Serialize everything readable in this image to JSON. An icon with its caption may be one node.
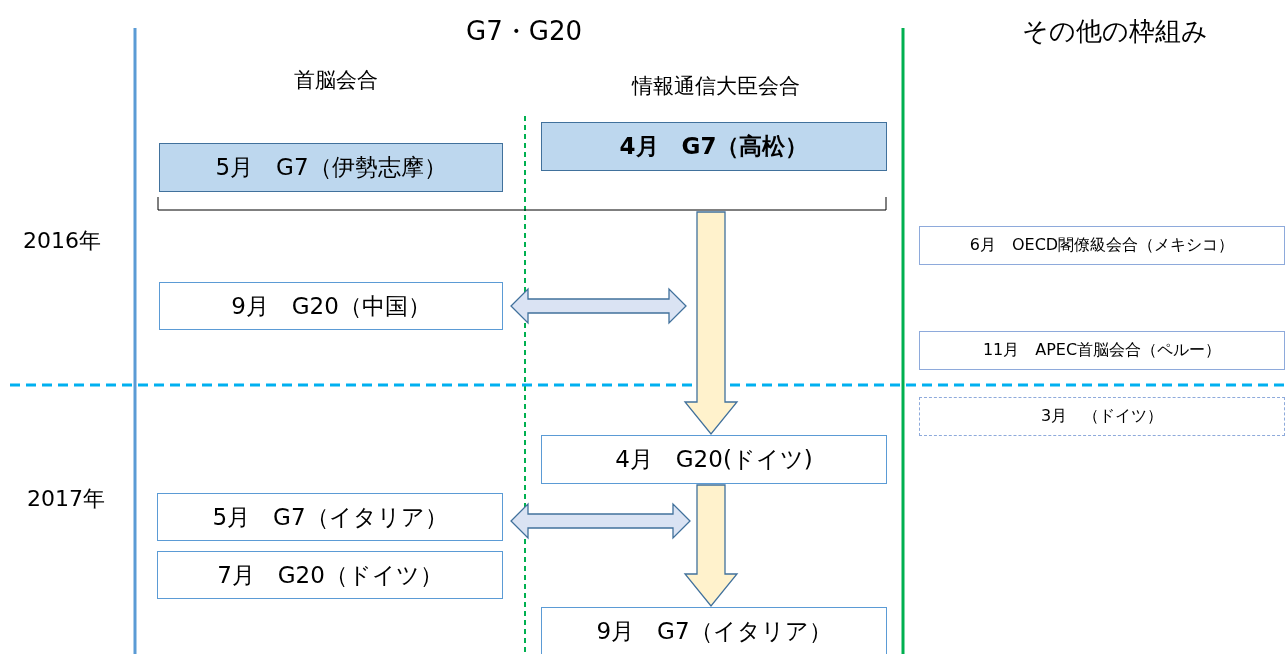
{
  "diagram": {
    "nodes": [
      {
        "text": [
          "5月　G7（伊勢志摩）"
        ]
      },
      {
        "text": [
          "4月　G7（高松）"
        ]
      },
      {
        "text": [
          "9月　G20（中国）"
        ]
      },
      {
        "text": [
          "6月　OECD閣僚級会合（メキシコ）"
        ]
      },
      {
        "text": [
          "11月　APEC首脳会合（ペルー）"
        ]
      },
      {
        "text": [
          "3月　（ドイツ）"
        ]
      },
      {
        "text": [
          "4月　G20(ドイツ)"
        ]
      },
      {
        "text": [
          "5月　G7（イタリア）"
        ]
      },
      {
        "text": [
          "7月　G20（ドイツ）"
        ]
      },
      {
        "text": [
          "9月　G7（イタリア）"
        ]
      }
    ],
    "edges": [
      {
        "from": 1,
        "to": 6,
        "arrow": "to",
        "style": "thick",
        "color": "#fff2cc"
      },
      {
        "from": 2,
        "to": null,
        "arrow": "both",
        "style": "thick",
        "color": "#dae3f3"
      },
      {
        "from": 6,
        "to": 9,
        "arrow": "to",
        "style": "thick",
        "color": "#fff2cc"
      },
      {
        "from": 7,
        "to": null,
        "arrow": "both",
        "style": "thick",
        "color": "#dae3f3"
      }
    ],
    "labels": [
      "G7・G20",
      "その他の枠組み",
      "首脳会合",
      "情報通信大臣会合",
      "2016年",
      "2017年"
    ]
  }
}
